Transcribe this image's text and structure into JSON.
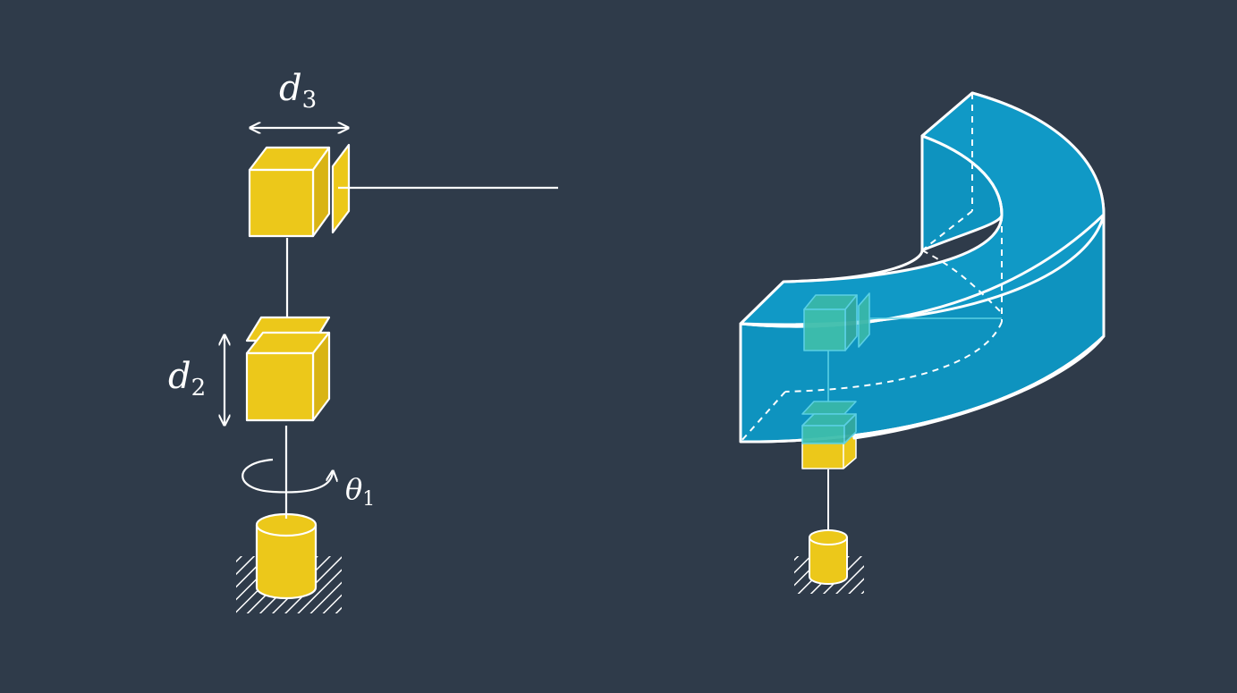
{
  "labels": {
    "d3": {
      "base": "d",
      "sub": "3"
    },
    "d2": {
      "base": "d",
      "sub": "2"
    },
    "theta1": {
      "base": "θ",
      "sub": "1"
    }
  },
  "colors": {
    "background": "#2f3b4a",
    "link_yellow": "#ecc81a",
    "workspace_blue": "#0e93bf",
    "stroke": "#ffffff"
  }
}
